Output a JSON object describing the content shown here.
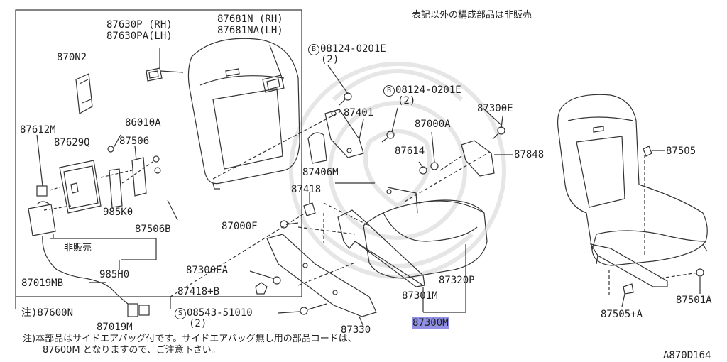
{
  "header": {
    "note_top": "表記以外の構成部品は非販売",
    "code": "A870D164"
  },
  "colors": {
    "highlight": "#8f8fe6",
    "line": "#333333",
    "watermark": "#e6e6e6"
  },
  "labels": {
    "p87630p": "87630P (RH)",
    "p87630pa": "87630PA(LH)",
    "p87681n": "87681N (RH)",
    "p87681na": "87681NA(LH)",
    "p870n2": "870N2",
    "p86010a": "86010A",
    "p87612m": "87612M",
    "p87629q": "87629Q",
    "p87506": "87506",
    "p985k0": "985K0",
    "p87506b": "87506B",
    "hihanbai": "非販売",
    "p985h0": "985H0",
    "p87019mb": "87019MB",
    "p87600n": "注)87600N",
    "p87019m": "87019M",
    "bolt1_code": "08124-0201E",
    "bolt1_qty": "(2)",
    "bolt2_code": "08124-0201E",
    "bolt2_qty": "(2)",
    "b_symbol": "B",
    "p87401": "87401",
    "p87406m": "87406M",
    "p87300e": "87300E",
    "p87000a": "87000A",
    "p87614": "87614",
    "p87848": "87848",
    "p87418": "87418",
    "p87000f": "87000F",
    "p87300ea": "87300EA",
    "p87418b": "87418+B",
    "s_symbol": "S",
    "screw_code": "08543-51010",
    "screw_qty": "(2)",
    "p87330": "87330",
    "p87301m": "87301M",
    "p87320p": "87320P",
    "p87300m": "87300M",
    "p87505": "87505",
    "p87501a": "87501A",
    "p87505a": "87505+A"
  },
  "footnote": {
    "line1": "注)本部品はサイドエアバッグ付です。サイドエアバッグ無し用の部品コードは、",
    "line2": "87600M となりますので、ご注意下さい。"
  }
}
